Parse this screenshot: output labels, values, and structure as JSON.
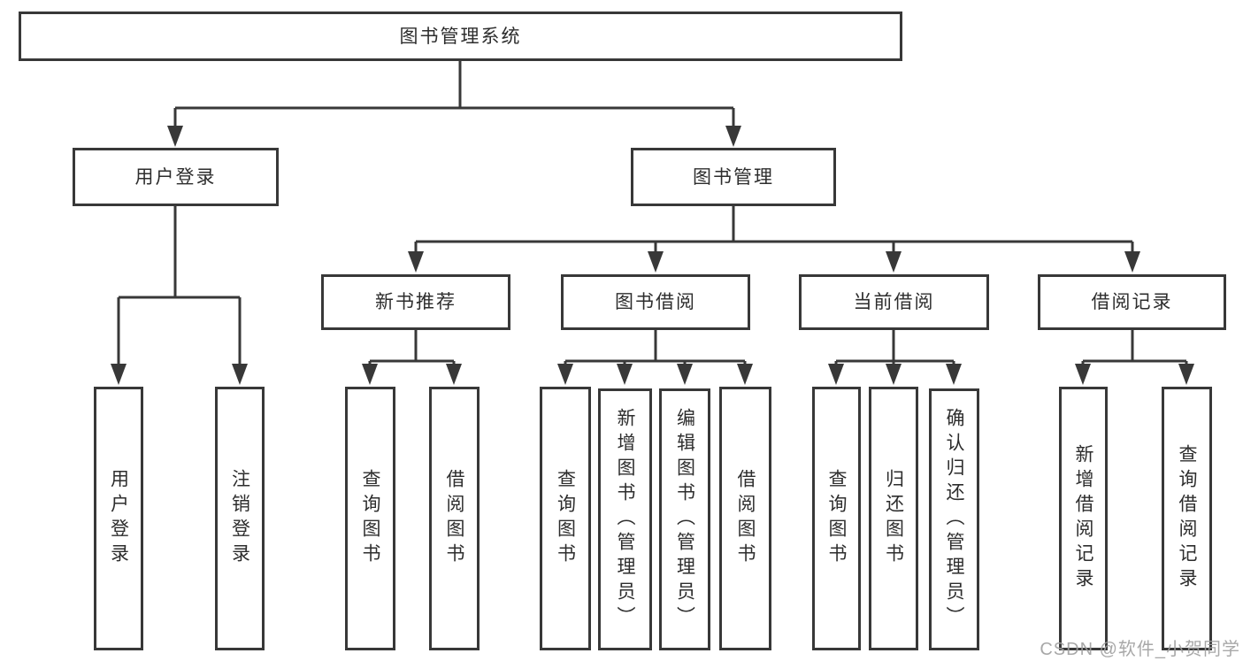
{
  "diagram": {
    "root": {
      "label": "图书管理系统"
    },
    "level2": {
      "user_login": {
        "label": "用户登录"
      },
      "book_management": {
        "label": "图书管理"
      }
    },
    "level3": {
      "new_book_recommend": {
        "label": "新书推荐"
      },
      "book_borrowing": {
        "label": "图书借阅"
      },
      "current_borrowing": {
        "label": "当前借阅"
      },
      "borrowing_records": {
        "label": "借阅记录"
      }
    },
    "leaves": {
      "user_login": {
        "label": "用户登录"
      },
      "logout": {
        "label": "注销登录"
      },
      "nb_query_books": {
        "label": "查询图书"
      },
      "nb_borrow_books": {
        "label": "借阅图书"
      },
      "bb_query_books": {
        "label": "查询图书"
      },
      "bb_add_books": {
        "label": "新增图书（管理员）"
      },
      "bb_edit_books": {
        "label": "编辑图书（管理员）"
      },
      "bb_borrow_books": {
        "label": "借阅图书"
      },
      "cb_query_books": {
        "label": "查询图书"
      },
      "cb_return_books": {
        "label": "归还图书"
      },
      "cb_confirm_return": {
        "label": "确认归还（管理员）"
      },
      "br_add_record": {
        "label": "新增借阅记录"
      },
      "br_query_record": {
        "label": "查询借阅记录"
      }
    }
  },
  "watermark": {
    "text": "CSDN @软件_小贺同学"
  },
  "colors": {
    "line": "#383838",
    "text": "#2d2d2d",
    "watermark": "#9e9e9e",
    "background": "#ffffff"
  }
}
